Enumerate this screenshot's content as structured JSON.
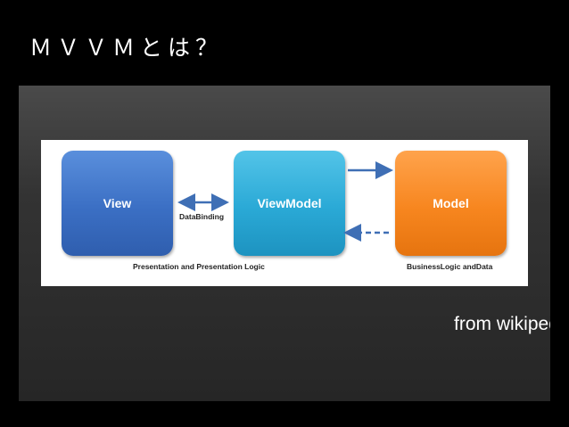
{
  "slide": {
    "title": "ＭＶＶＭとは？",
    "credit": "from wikipedia"
  },
  "diagram": {
    "boxes": {
      "view": "View",
      "viewmodel": "ViewModel",
      "model": "Model"
    },
    "labels": {
      "data_binding": "DataBinding",
      "presentation": "Presentation and Presentation Logic",
      "business": "BusinessLogic andData"
    },
    "arrows": {
      "view_viewmodel": "bidirectional, solid",
      "viewmodel_to_model": "solid",
      "model_to_viewmodel": "dashed"
    }
  },
  "colors": {
    "background": "#000000",
    "view": "#3b6fc4",
    "viewmodel": "#2aa9d6",
    "model": "#f7861f",
    "arrow": "#3f6fb5"
  }
}
